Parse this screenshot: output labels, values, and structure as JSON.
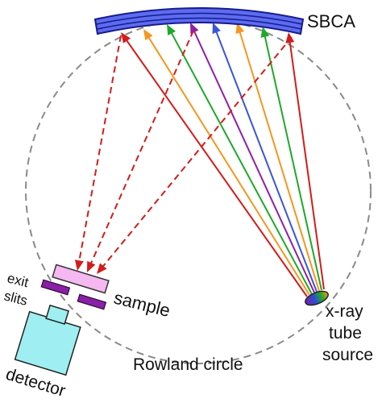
{
  "labels": {
    "sbca": "SBCA",
    "exit": "exit",
    "slits": "slits",
    "sample": "sample",
    "detector": "detector",
    "rowland_circle": "Rowland circle",
    "source_line1": "x-ray",
    "source_line2": "tube",
    "source_line3": "source"
  },
  "colors": {
    "circle": "#8a8a8a",
    "crystal_fill": "#5b6cf0",
    "crystal_stroke": "#1a1a8c",
    "sample_fill": "#f5b8f0",
    "slit_fill": "#8a1fa8",
    "detector_fill": "#9eeef2",
    "red": "#d31c1c",
    "orange": "#f5961e",
    "green": "#1fa82a",
    "purple": "#8e1fa8",
    "blue": "#3a55d8",
    "incident_ray_order": [
      "red",
      "orange",
      "green",
      "purple",
      "blue",
      "orange",
      "green",
      "red"
    ],
    "diffracted_ray": "#d31c1c"
  }
}
